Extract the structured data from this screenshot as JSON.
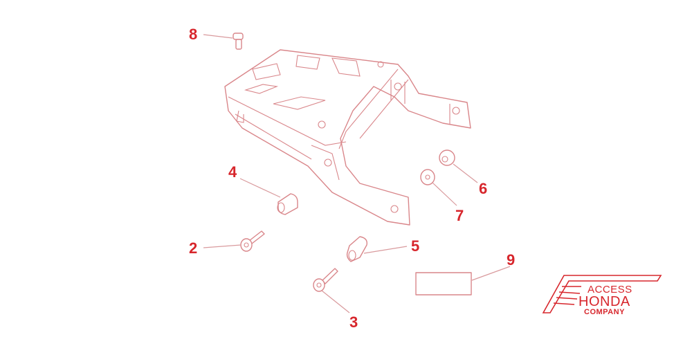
{
  "diagram": {
    "callouts": [
      {
        "number": "8"
      },
      {
        "number": "4"
      },
      {
        "number": "2"
      },
      {
        "number": "5"
      },
      {
        "number": "3"
      },
      {
        "number": "6"
      },
      {
        "number": "7"
      },
      {
        "number": "9"
      }
    ],
    "line_color": "#d9868a",
    "label_color": "#d7262c"
  },
  "logo": {
    "line1": "ACCESS",
    "line2": "HONDA",
    "line3": "COMPANY",
    "color": "#d7262c"
  }
}
